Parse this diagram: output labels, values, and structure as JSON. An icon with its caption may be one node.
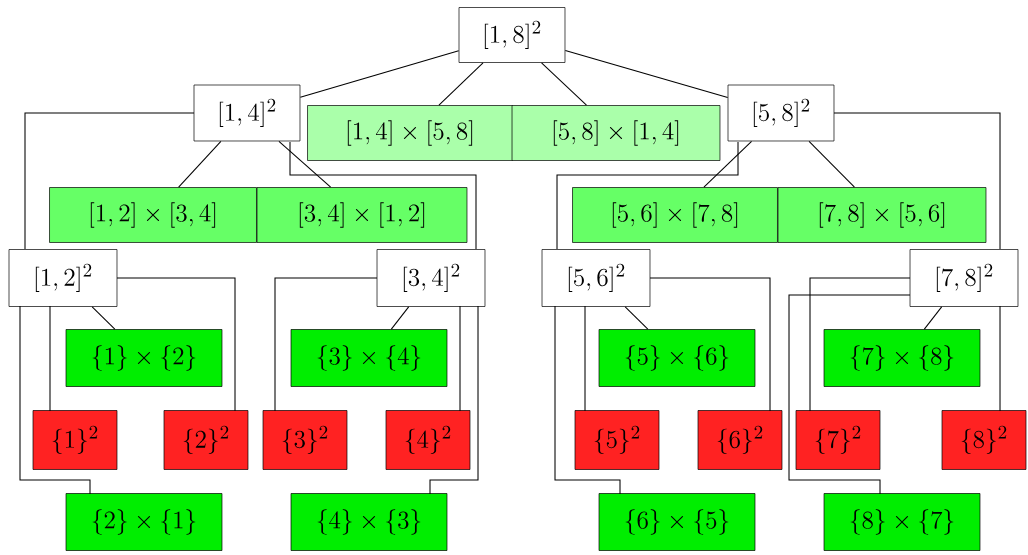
{
  "diagram": {
    "nodes": [
      {
        "text": [
          "[1,8]^2"
        ]
      },
      {
        "text": [
          "[1,4]^2"
        ]
      },
      {
        "text": [
          "[1,4] \\times [5,8]"
        ]
      },
      {
        "text": [
          "[5,8] \\times [1,4]"
        ]
      },
      {
        "text": [
          "[5,8]^2"
        ]
      },
      {
        "text": [
          "[1,2] \\times [3,4]"
        ]
      },
      {
        "text": [
          "[3,4] \\times [1,2]"
        ]
      },
      {
        "text": [
          "[1,2]^2"
        ]
      },
      {
        "text": [
          "[3,4]^2"
        ]
      },
      {
        "text": [
          "[5,6] \\times [7,8]"
        ]
      },
      {
        "text": [
          "[7,8] \\times [5,6]"
        ]
      },
      {
        "text": [
          "[5,6]^2"
        ]
      },
      {
        "text": [
          "[7,8]^2"
        ]
      },
      {
        "text": [
          "\\{1\\} \\times \\{2\\}"
        ]
      },
      {
        "text": [
          "\\{1\\}^2"
        ]
      },
      {
        "text": [
          "\\{2\\}^2"
        ]
      },
      {
        "text": [
          "\\{2\\} \\times \\{1\\}"
        ]
      },
      {
        "text": [
          "\\{3\\} \\times \\{4\\}"
        ]
      },
      {
        "text": [
          "\\{3\\}^2"
        ]
      },
      {
        "text": [
          "\\{4\\}^2"
        ]
      },
      {
        "text": [
          "\\{4\\} \\times \\{3\\}"
        ]
      },
      {
        "text": [
          "\\{5\\} \\times \\{6\\}"
        ]
      },
      {
        "text": [
          "\\{5\\}^2"
        ]
      },
      {
        "text": [
          "\\{6\\}^2"
        ]
      },
      {
        "text": [
          "\\{6\\} \\times \\{5\\}"
        ]
      },
      {
        "text": [
          "\\{7\\} \\times \\{8\\}"
        ]
      },
      {
        "text": [
          "\\{7\\}^2"
        ]
      },
      {
        "text": [
          "\\{8\\}^2"
        ]
      },
      {
        "text": [
          "\\{8\\} \\times \\{7\\}"
        ]
      }
    ],
    "edges": [
      {
        "from": 0,
        "to": 1,
        "arrow": "none"
      },
      {
        "from": 0,
        "to": 2,
        "arrow": "none"
      },
      {
        "from": 0,
        "to": 3,
        "arrow": "none"
      },
      {
        "from": 0,
        "to": 4,
        "arrow": "none"
      },
      {
        "from": 1,
        "to": 5,
        "arrow": "none"
      },
      {
        "from": 1,
        "to": 6,
        "arrow": "none"
      },
      {
        "from": 1,
        "to": 7,
        "arrow": "none"
      },
      {
        "from": 1,
        "to": 8,
        "arrow": "none"
      },
      {
        "from": 4,
        "to": 9,
        "arrow": "none"
      },
      {
        "from": 4,
        "to": 10,
        "arrow": "none"
      },
      {
        "from": 4,
        "to": 11,
        "arrow": "none"
      },
      {
        "from": 4,
        "to": 12,
        "arrow": "none"
      },
      {
        "from": 7,
        "to": 13,
        "arrow": "none"
      },
      {
        "from": 7,
        "to": 14,
        "arrow": "none"
      },
      {
        "from": 7,
        "to": 15,
        "arrow": "none"
      },
      {
        "from": 7,
        "to": 16,
        "arrow": "none"
      },
      {
        "from": 8,
        "to": 17,
        "arrow": "none"
      },
      {
        "from": 8,
        "to": 18,
        "arrow": "none"
      },
      {
        "from": 8,
        "to": 19,
        "arrow": "none"
      },
      {
        "from": 8,
        "to": 20,
        "arrow": "none"
      },
      {
        "from": 11,
        "to": 21,
        "arrow": "none"
      },
      {
        "from": 11,
        "to": 22,
        "arrow": "none"
      },
      {
        "from": 11,
        "to": 23,
        "arrow": "none"
      },
      {
        "from": 11,
        "to": 24,
        "arrow": "none"
      },
      {
        "from": 12,
        "to": 25,
        "arrow": "none"
      },
      {
        "from": 12,
        "to": 26,
        "arrow": "none"
      },
      {
        "from": 12,
        "to": 27,
        "arrow": "none"
      },
      {
        "from": 12,
        "to": 28,
        "arrow": "none"
      }
    ]
  }
}
